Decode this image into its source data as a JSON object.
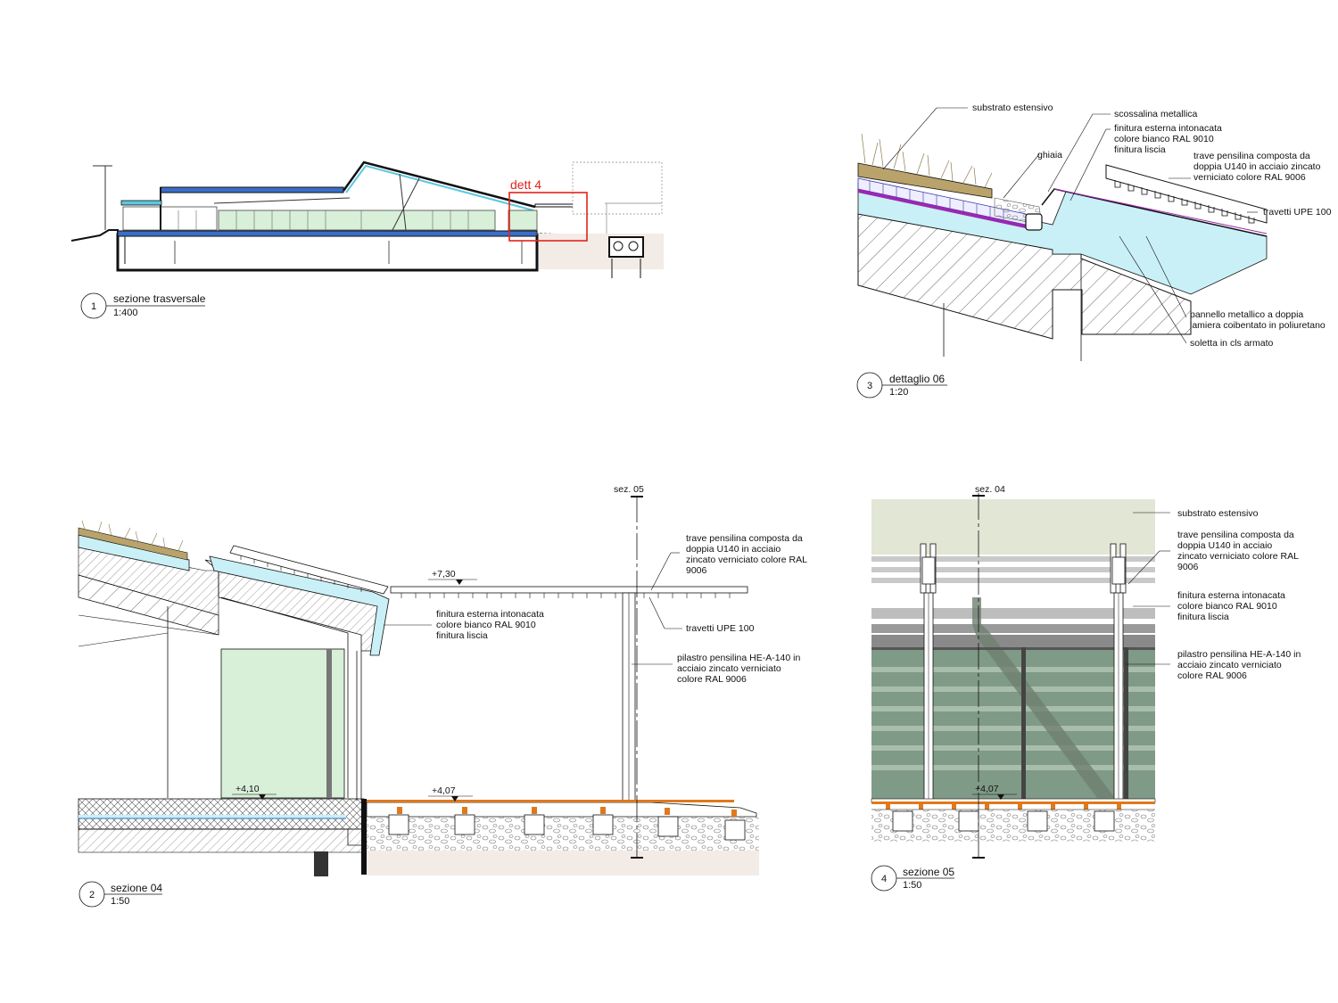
{
  "drawings": [
    {
      "number": "1",
      "title": "sezione trasversale",
      "scale": "1:400"
    },
    {
      "number": "3",
      "title": "dettaglio 06",
      "scale": "1:20"
    },
    {
      "number": "2",
      "title": "sezione 04",
      "scale": "1:50"
    },
    {
      "number": "4",
      "title": "sezione 05",
      "scale": "1:50"
    }
  ],
  "section1": {
    "detail_marker": "dett 4"
  },
  "detail3": {
    "labels": [
      "substrato estensivo",
      "ghiaia",
      "scossalina metallica",
      "finitura esterna intonacata",
      "colore bianco RAL 9010",
      "finitura liscia",
      "trave pensilina composta da",
      "doppia U140 in acciaio zincato",
      "verniciato colore RAL 9006",
      "travetti UPE 100",
      "pannello metallico a doppia",
      "lamiera coibentato in poliuretano",
      "soletta in cls armato"
    ]
  },
  "section2": {
    "cut_marker": "sez. 05",
    "levels": [
      "+7,30",
      "+4,10",
      "+4,07"
    ],
    "labels": [
      "trave pensilina composta da",
      "doppia U140 in acciaio",
      "zincato verniciato colore RAL",
      "9006",
      "travetti UPE 100",
      "finitura esterna intonacata",
      "colore bianco RAL 9010",
      "finitura liscia",
      "pilastro pensilina HE-A-140 in",
      "acciaio zincato verniciato",
      "colore RAL 9006"
    ]
  },
  "section4": {
    "cut_marker": "sez. 04",
    "level": "+4,07",
    "labels": [
      "substrato estensivo",
      "trave pensilina composta da",
      "doppia U140 in acciaio",
      "zincato verniciato colore RAL",
      "9006",
      "finitura esterna intonacata",
      "colore bianco RAL 9010",
      "finitura liscia",
      "pilastro pensilina HE-A-140 in",
      "acciaio zincato verniciato",
      "colore RAL 9006"
    ]
  },
  "colors": {
    "accent_red": "#e2231a",
    "glass": "#d8efd8",
    "insulation": "#bfeef5",
    "substrate": "#b9a36a",
    "sky": "#e2e6d5"
  }
}
